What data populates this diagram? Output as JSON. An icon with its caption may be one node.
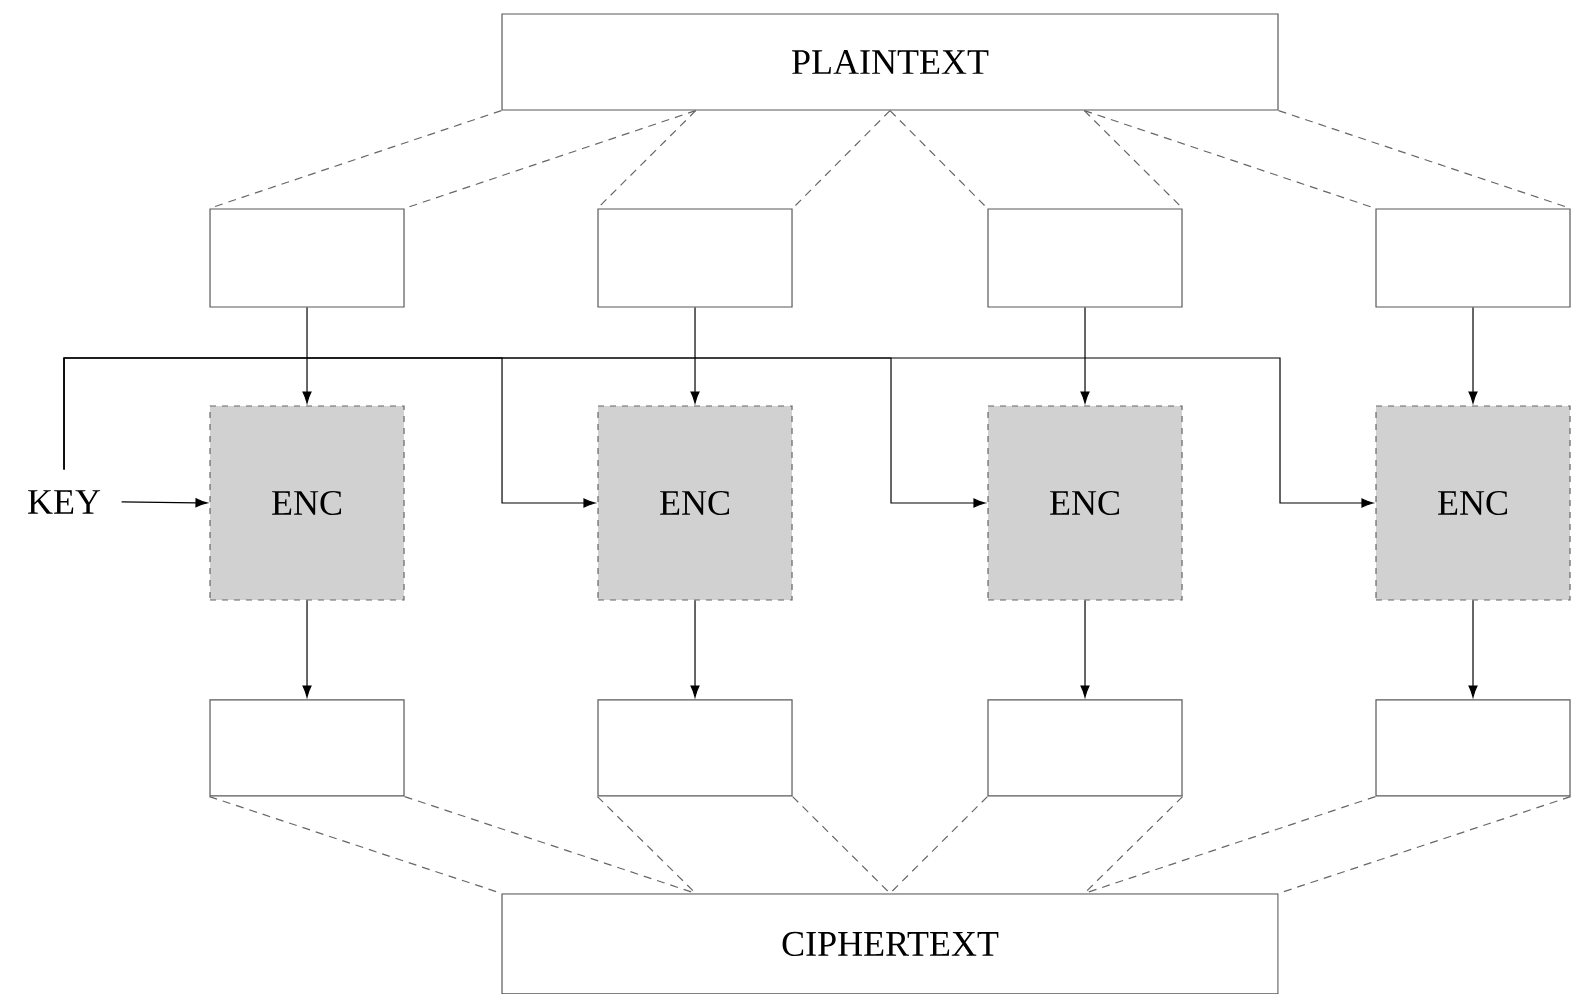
{
  "diagram": {
    "nodes": [
      {
        "text": [
          "PLAINTEXT"
        ]
      },
      {
        "text": [],
        "shape": "box"
      },
      {
        "text": [],
        "shape": "box"
      },
      {
        "text": [],
        "shape": "box"
      },
      {
        "text": [],
        "shape": "box"
      },
      {
        "text": [
          "KEY"
        ]
      },
      {
        "text": [
          "ENC"
        ]
      },
      {
        "text": [
          "ENC"
        ]
      },
      {
        "text": [
          "ENC"
        ]
      },
      {
        "text": [
          "ENC"
        ]
      },
      {
        "text": [],
        "shape": "box"
      },
      {
        "text": [],
        "shape": "box"
      },
      {
        "text": [],
        "shape": "box"
      },
      {
        "text": [],
        "shape": "box"
      },
      {
        "text": [
          "CIPHERTEXT"
        ]
      }
    ],
    "edges": [
      {
        "from": 0,
        "to": 1,
        "arrow": "none",
        "style": "dashed",
        "color": "#666666"
      },
      {
        "from": 0,
        "to": 1,
        "arrow": "none",
        "style": "dashed",
        "color": "#666666"
      },
      {
        "from": 0,
        "to": 2,
        "arrow": "none",
        "style": "dashed",
        "color": "#666666"
      },
      {
        "from": 0,
        "to": 2,
        "arrow": "none",
        "style": "dashed",
        "color": "#666666"
      },
      {
        "from": 0,
        "to": 3,
        "arrow": "none",
        "style": "dashed",
        "color": "#666666"
      },
      {
        "from": 0,
        "to": 3,
        "arrow": "none",
        "style": "dashed",
        "color": "#666666"
      },
      {
        "from": 0,
        "to": 4,
        "arrow": "none",
        "style": "dashed",
        "color": "#666666"
      },
      {
        "from": 0,
        "to": 4,
        "arrow": "none",
        "style": "dashed",
        "color": "#666666"
      },
      {
        "from": 1,
        "to": 6,
        "arrow": "to",
        "color": "#000000"
      },
      {
        "from": 2,
        "to": 7,
        "arrow": "to",
        "color": "#000000"
      },
      {
        "from": 3,
        "to": 8,
        "arrow": "to",
        "color": "#000000"
      },
      {
        "from": 4,
        "to": 9,
        "arrow": "to",
        "color": "#000000"
      },
      {
        "from": 5,
        "to": 6,
        "arrow": "to",
        "color": "#000000"
      },
      {
        "from": 5,
        "to": 7,
        "arrow": "to",
        "color": "#000000"
      },
      {
        "from": 5,
        "to": 8,
        "arrow": "to",
        "color": "#000000"
      },
      {
        "from": 5,
        "to": 9,
        "arrow": "to",
        "color": "#000000"
      },
      {
        "from": 6,
        "to": 10,
        "arrow": "to",
        "color": "#000000"
      },
      {
        "from": 7,
        "to": 11,
        "arrow": "to",
        "color": "#000000"
      },
      {
        "from": 8,
        "to": 12,
        "arrow": "to",
        "color": "#000000"
      },
      {
        "from": 9,
        "to": 13,
        "arrow": "to",
        "color": "#000000"
      },
      {
        "from": 10,
        "to": 14,
        "arrow": "none",
        "style": "dashed",
        "color": "#666666"
      },
      {
        "from": 10,
        "to": 14,
        "arrow": "none",
        "style": "dashed",
        "color": "#666666"
      },
      {
        "from": 11,
        "to": 14,
        "arrow": "none",
        "style": "dashed",
        "color": "#666666"
      },
      {
        "from": 11,
        "to": 14,
        "arrow": "none",
        "style": "dashed",
        "color": "#666666"
      },
      {
        "from": 12,
        "to": 14,
        "arrow": "none",
        "style": "dashed",
        "color": "#666666"
      },
      {
        "from": 12,
        "to": 14,
        "arrow": "none",
        "style": "dashed",
        "color": "#666666"
      },
      {
        "from": 13,
        "to": 14,
        "arrow": "none",
        "style": "dashed",
        "color": "#666666"
      },
      {
        "from": 13,
        "to": 14,
        "arrow": "none",
        "style": "dashed",
        "color": "#666666"
      }
    ]
  }
}
